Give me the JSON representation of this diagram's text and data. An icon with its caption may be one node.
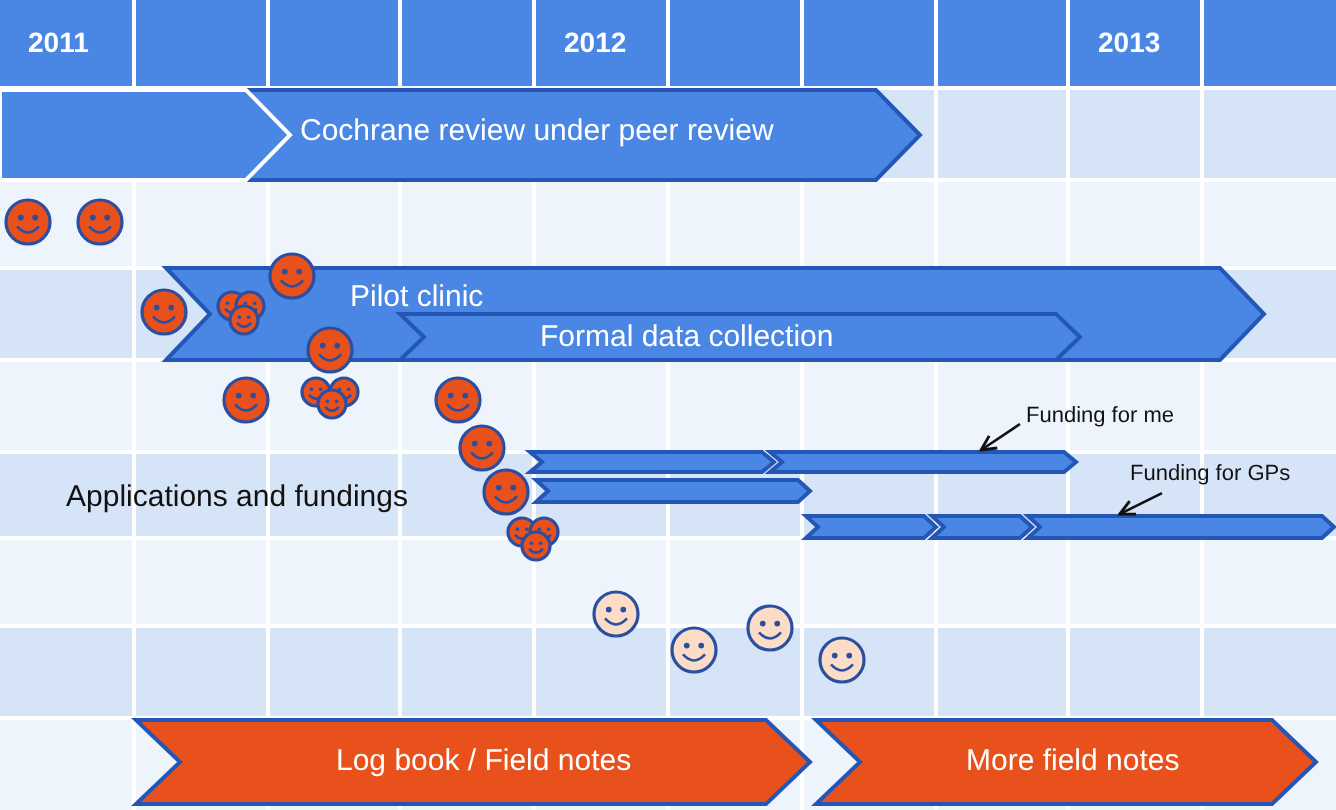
{
  "diagram": {
    "nodes": [
      {
        "text": [],
        "shape": "bar"
      },
      {
        "text": [
          "Cochrane review under peer review"
        ]
      },
      {
        "text": [
          "Pilot clinic"
        ]
      },
      {
        "text": [
          "Formal data collection"
        ],
        "in": 2
      },
      {
        "text": [],
        "shape": "bar"
      },
      {
        "text": [],
        "shape": "bar"
      },
      {
        "text": [],
        "shape": "bar"
      },
      {
        "text": [],
        "shape": "bar"
      },
      {
        "text": [],
        "shape": "bar"
      },
      {
        "text": [],
        "shape": "bar"
      },
      {
        "text": [
          "Funding for me"
        ]
      },
      {
        "text": [
          "Funding for GPs"
        ]
      },
      {
        "text": [
          "Log book / Field notes"
        ]
      },
      {
        "text": [
          "More field notes"
        ]
      }
    ],
    "edges": [
      {
        "from": 10,
        "to": 5,
        "arrow": "to"
      },
      {
        "from": 11,
        "to": 9,
        "arrow": "to"
      }
    ],
    "labels": [
      "2011",
      "2012",
      "2013",
      "Applications and fundings"
    ]
  }
}
